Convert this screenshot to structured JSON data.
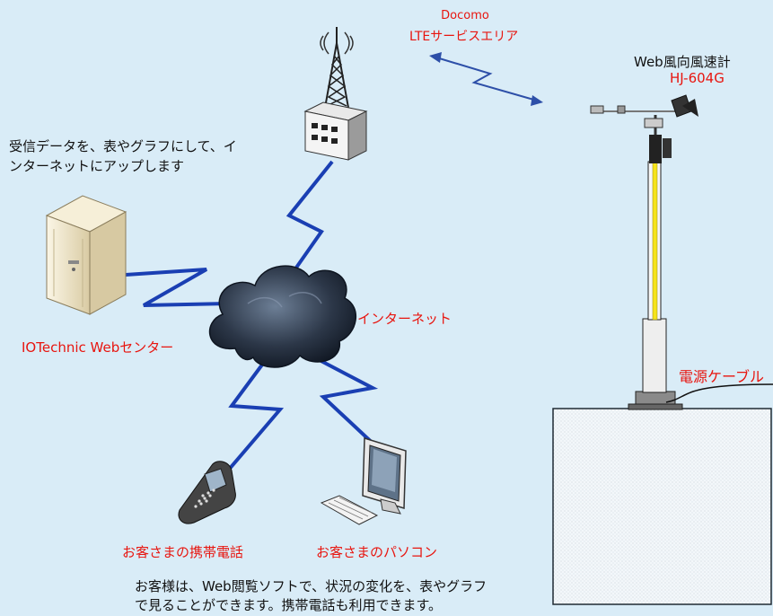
{
  "carrier": {
    "name": "Docomo",
    "area": "LTEサービスエリア"
  },
  "sensor": {
    "title": "Web風向風速計",
    "model": "HJ-604G"
  },
  "server": {
    "caption_line1": "受信データを、表やグラフにして、イ",
    "caption_line2": "ンターネットにアップします",
    "name": "IOTechnic Webセンター"
  },
  "internet_label": "インターネット",
  "power_cable_label": "電源ケーブル",
  "phone_label": "お客さまの携帯電話",
  "pc_label": "お客さまのパソコン",
  "footer": {
    "line1": "お客様は、Web閲覧ソフトで、状況の変化を、表やグラフ",
    "line2": "で見ることができます。携帯電話も利用できます。"
  },
  "colors": {
    "background": "#d9ecf7",
    "accent_red": "#e8150f",
    "link_blue": "#1a3fb3",
    "pole_yellow": "#f5e31a"
  },
  "icons": {
    "tower": "radio-tower-icon",
    "base_station": "base-station-icon",
    "server": "server-icon",
    "cloud": "internet-cloud-icon",
    "phone": "mobile-phone-icon",
    "pc": "personal-computer-icon",
    "anemometer": "anemometer-icon"
  }
}
